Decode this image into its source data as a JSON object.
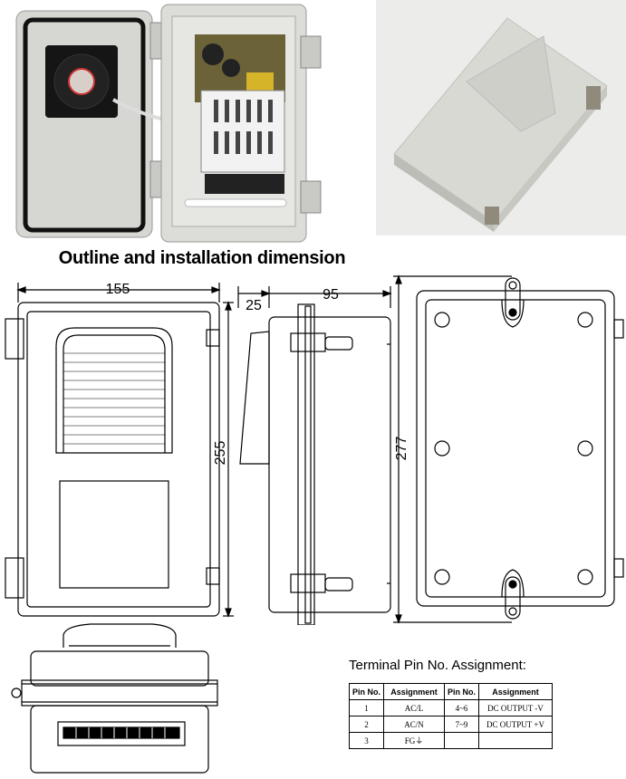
{
  "caption": "Outline and installation dimension",
  "dimensions": {
    "front_width": "155",
    "front_height": "255",
    "side_flap": "25",
    "side_depth": "95",
    "back_height": "277"
  },
  "pin_table": {
    "title": "Terminal Pin No. Assignment:",
    "headers": [
      "Pin No.",
      "Assignment",
      "Pin No.",
      "Assignment"
    ],
    "rows": [
      [
        "1",
        "AC/L",
        "4~6",
        "DC OUTPUT -V"
      ],
      [
        "2",
        "AC/N",
        "7~9",
        "DC OUTPUT +V"
      ],
      [
        "3",
        "FG⏚",
        "",
        ""
      ]
    ]
  },
  "colors": {
    "enclosure": "#d9d9d4",
    "line": "#000000",
    "fan": "#111111",
    "photo_bg": "#ececea"
  }
}
